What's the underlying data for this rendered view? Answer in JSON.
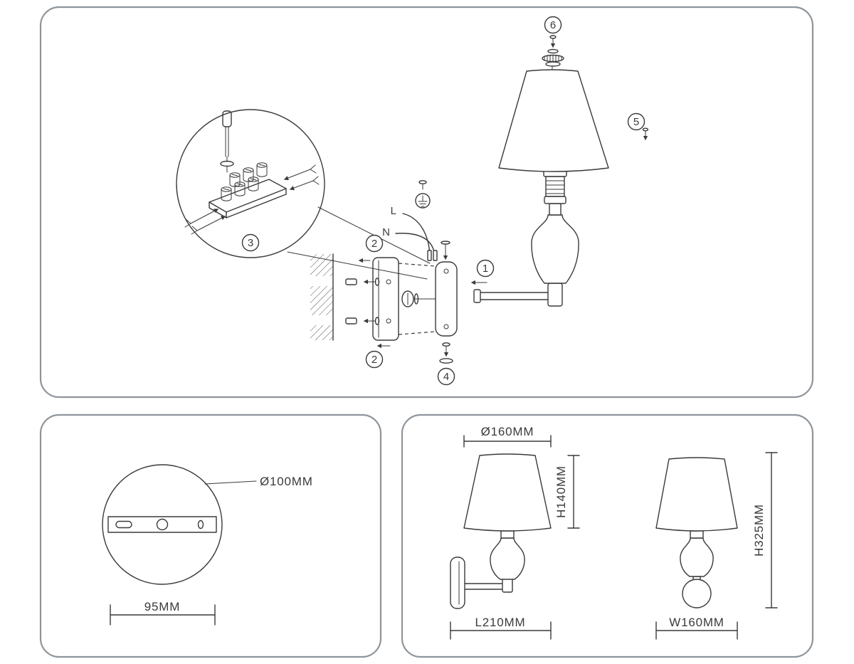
{
  "assembly": {
    "steps": {
      "one": "1",
      "two_top": "2",
      "two_bottom": "2",
      "three": "3",
      "four": "4",
      "five": "5",
      "six": "6"
    },
    "wires": {
      "live": "L",
      "neutral": "N"
    }
  },
  "plate_detail": {
    "diameter_label": "Ø100MM",
    "width_label": "95MM"
  },
  "product_dimensions": {
    "shade_diameter": "Ø160MM",
    "shade_height": "H140MM",
    "fixture_length": "L210MM",
    "fixture_height": "H325MM",
    "fixture_width": "W160MM"
  }
}
